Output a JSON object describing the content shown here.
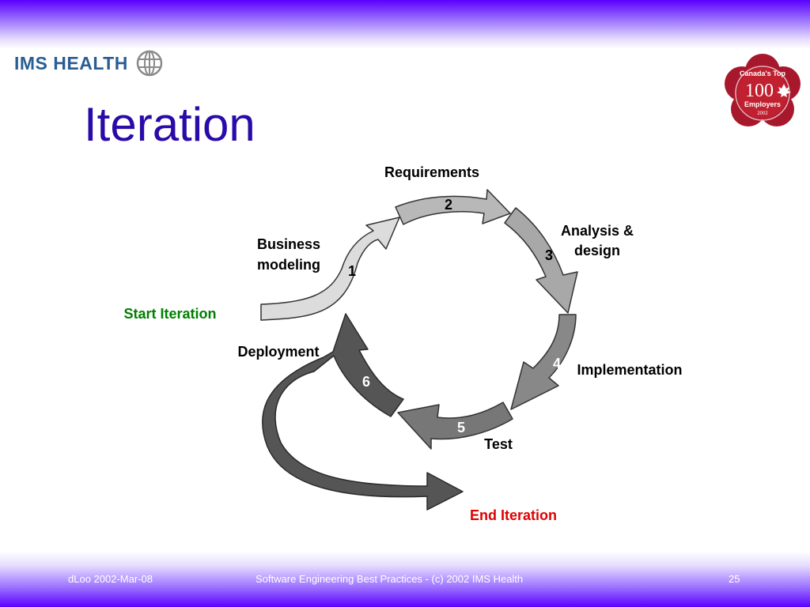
{
  "header": {
    "logo_text": "IMS HEALTH",
    "logo_icon": "globe-icon",
    "badge_icon": "canada-top-100-employers-badge",
    "badge": {
      "line1": "Canada's Top",
      "number": "100",
      "line2": "Employers",
      "year": "2002"
    }
  },
  "slide": {
    "title": "Iteration"
  },
  "diagram": {
    "start_label": "Start Iteration",
    "end_label": "End Iteration",
    "phases": [
      {
        "number": "1",
        "label_lines": [
          "Business",
          "modeling"
        ]
      },
      {
        "number": "2",
        "label_lines": [
          "Requirements"
        ]
      },
      {
        "number": "3",
        "label_lines": [
          "Analysis &",
          "design"
        ]
      },
      {
        "number": "4",
        "label_lines": [
          "Implementation"
        ]
      },
      {
        "number": "5",
        "label_lines": [
          "Test"
        ]
      },
      {
        "number": "6",
        "label_lines": [
          "Deployment"
        ]
      }
    ],
    "colors": {
      "phase1": "#dcdcdc",
      "phase2": "#b8b8b8",
      "phase3": "#a8a8a8",
      "phase4": "#888888",
      "phase5": "#777777",
      "phase6": "#555555",
      "start": "#007f00",
      "end": "#e00000"
    }
  },
  "footer": {
    "left": "dLoo 2002-Mar-08",
    "center": "Software Engineering Best Practices - (c) 2002 IMS Health",
    "page": "25"
  }
}
